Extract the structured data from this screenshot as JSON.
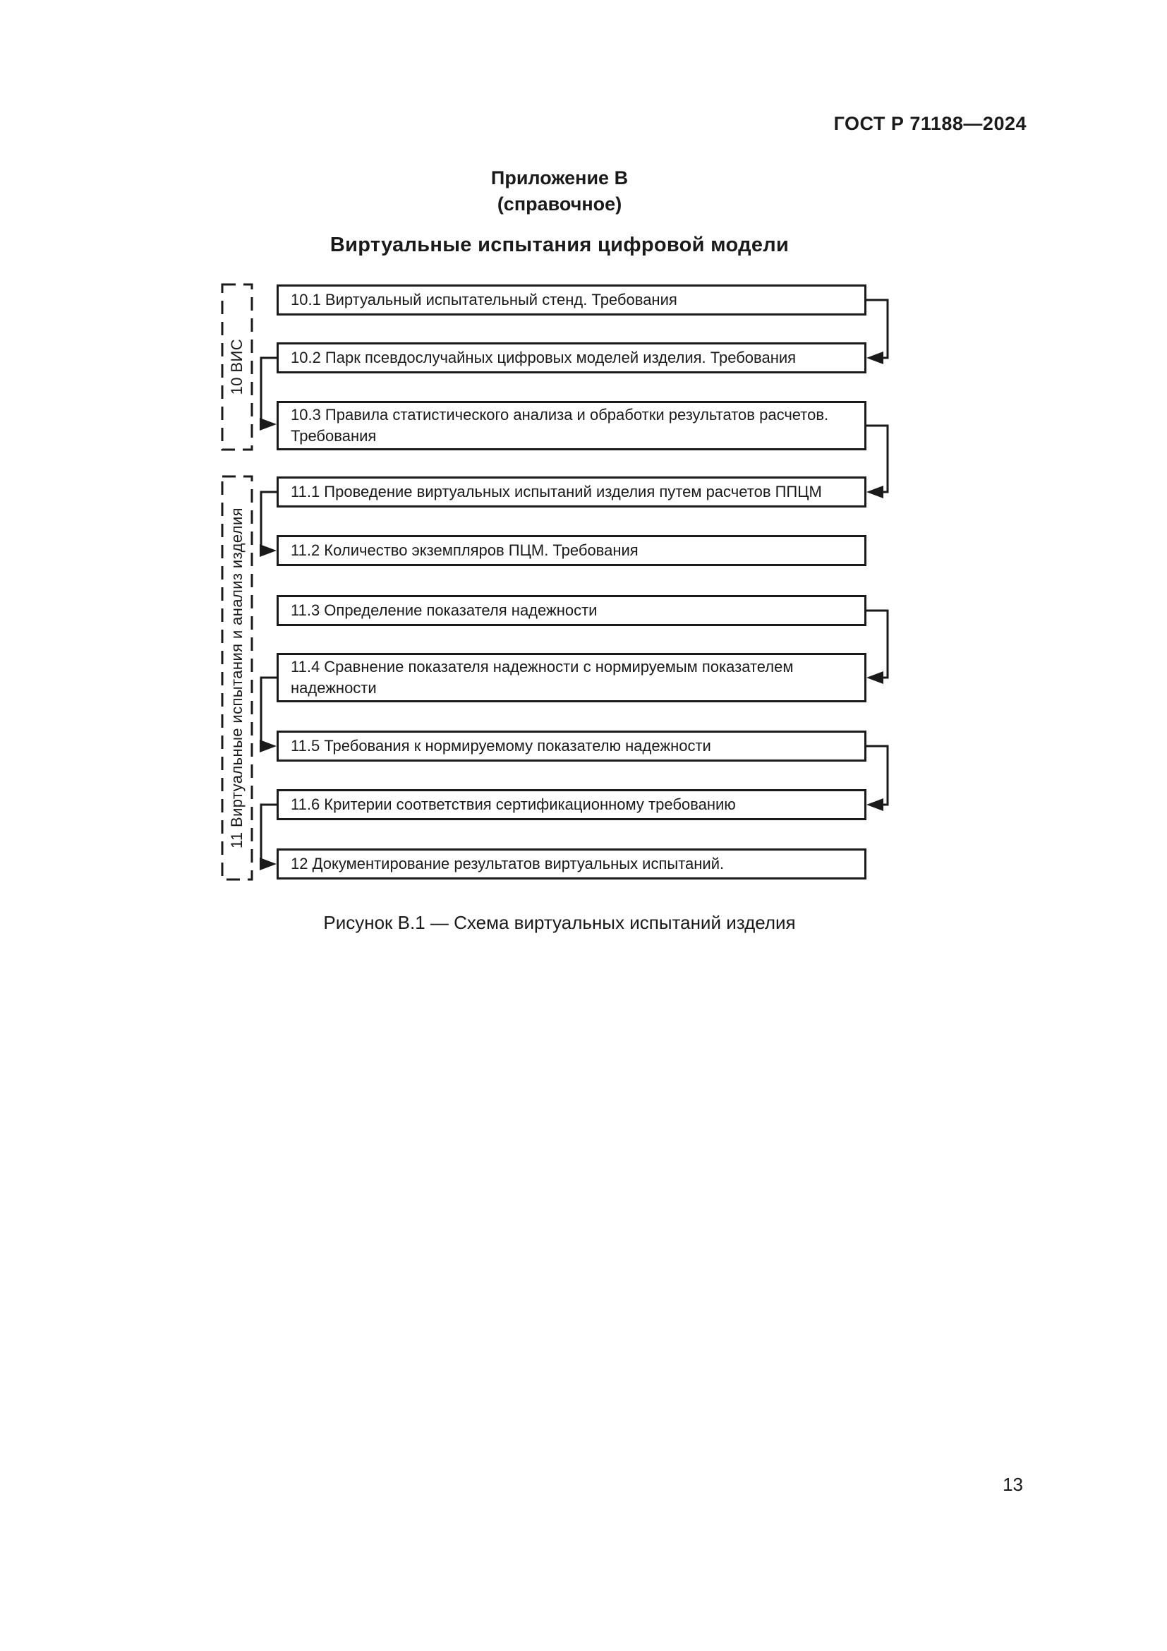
{
  "page": {
    "header": "ГОСТ Р 71188—2024",
    "page_number": "13"
  },
  "appendix": {
    "heading": "Приложение В",
    "subheading": "(справочное)",
    "title": "Виртуальные испытания цифровой модели"
  },
  "flowchart": {
    "groups": [
      {
        "label": "10 ВИС"
      },
      {
        "label": "11 Виртуальные испытания и анализ изделия"
      }
    ],
    "boxes": [
      {
        "label": "10.1 Виртуальный испытательный стенд. Требования"
      },
      {
        "label": "10.2 Парк псевдослучайных цифровых моделей изделия. Требования"
      },
      {
        "label": "10.3 Правила статистического анализа и обработки результатов расчетов. Требования"
      },
      {
        "label": "11.1 Проведение виртуальных испытаний изделия путем расчетов ППЦМ"
      },
      {
        "label": "11.2 Количество экземпляров ПЦМ. Требования"
      },
      {
        "label": "11.3 Определение показателя надежности"
      },
      {
        "label": "11.4 Сравнение показателя надежности с нормируемым показателем надежности"
      },
      {
        "label": "11.5 Требования к нормируемому показателю надежности"
      },
      {
        "label": "11.6 Критерии соответствия сертификационному требованию"
      },
      {
        "label": "12 Документирование результатов виртуальных испытаний."
      }
    ],
    "caption": "Рисунок В.1 — Схема виртуальных испытаний изделия"
  },
  "colors": {
    "ink": "#1a1a1a",
    "paper": "#ffffff"
  }
}
